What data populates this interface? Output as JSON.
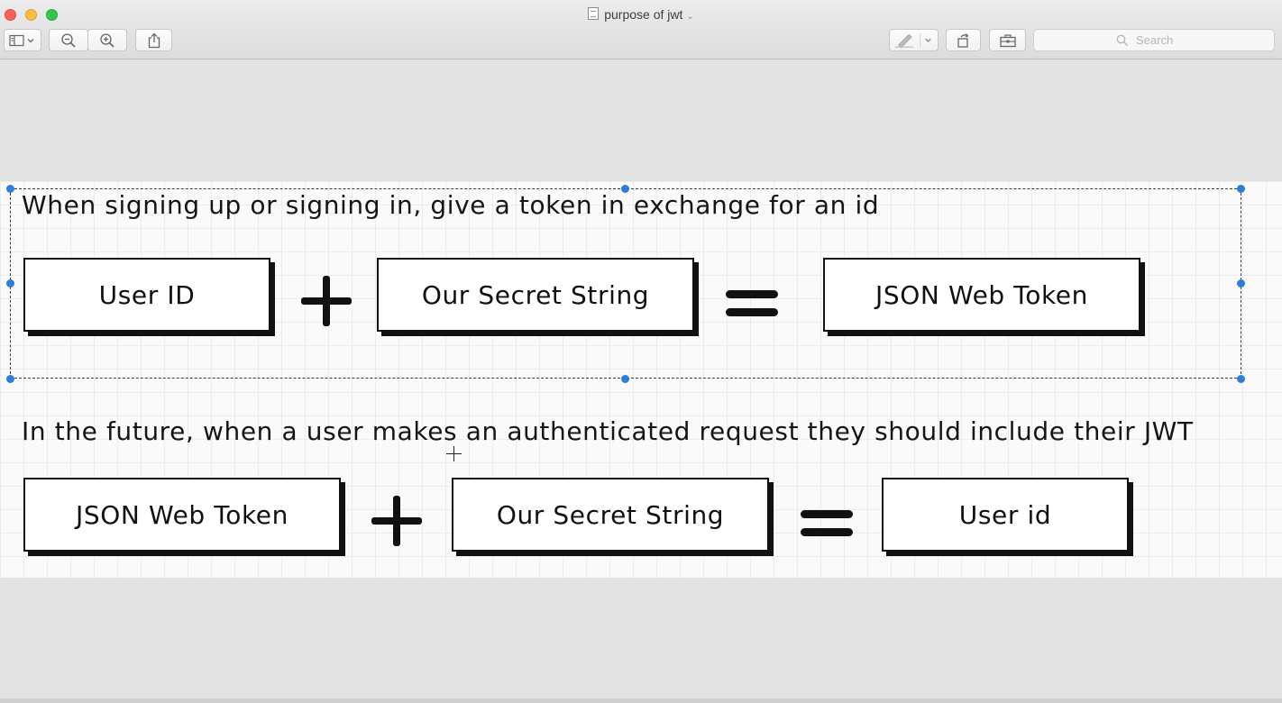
{
  "window": {
    "title": "purpose of jwt",
    "title_chevron": "⌄"
  },
  "toolbar": {
    "search_placeholder": "Search",
    "icons": [
      "sidebar-icon",
      "zoom-out-icon",
      "zoom-in-icon",
      "share-icon",
      "markup-pen-icon",
      "rotate-icon",
      "toolbox-icon",
      "search-icon"
    ]
  },
  "diagram": {
    "heading_1": "When signing up or signing in, give a token in exchange for an id",
    "row_1": {
      "box_1": "User ID",
      "box_2": "Our Secret String",
      "box_3": "JSON Web Token"
    },
    "heading_2": "In the future, when a user makes an authenticated request they should include their JWT",
    "row_2": {
      "box_1": "JSON Web Token",
      "box_2": "Our Secret String",
      "box_3": "User id"
    }
  },
  "colors": {
    "selection_handle": "#2d7ed9",
    "close": "#fc605c",
    "minimize": "#fdbc40",
    "maximize": "#34c84a"
  }
}
